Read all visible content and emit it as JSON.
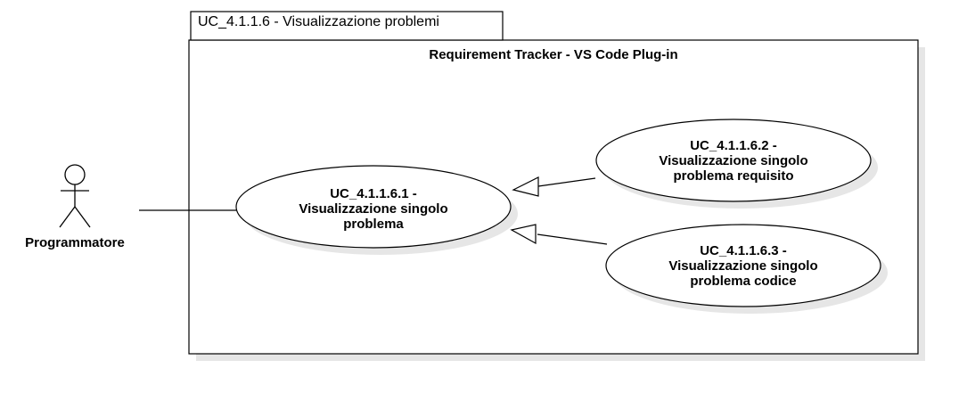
{
  "diagram": {
    "frame_title": "UC_4.1.1.6 - Visualizzazione problemi",
    "system_title": "Requirement Tracker - VS Code Plug-in",
    "actor": {
      "label": "Programmatore"
    },
    "use_cases": [
      {
        "id": "uc1",
        "line1": "UC_4.1.1.6.1 -",
        "line2": "Visualizzazione singolo",
        "line3": "problema"
      },
      {
        "id": "uc2",
        "line1": "UC_4.1.1.6.2 -",
        "line2": "Visualizzazione singolo",
        "line3": "problema requisito"
      },
      {
        "id": "uc3",
        "line1": "UC_4.1.1.6.3 -",
        "line2": "Visualizzazione singolo",
        "line3": "problema codice"
      }
    ],
    "relations": [
      {
        "type": "association",
        "from": "actor",
        "to": "uc1"
      },
      {
        "type": "generalization",
        "from": "uc2",
        "to": "uc1"
      },
      {
        "type": "generalization",
        "from": "uc3",
        "to": "uc1"
      }
    ],
    "colors": {
      "stroke": "#000000",
      "fill": "#ffffff",
      "shadow": "#e6e6e6"
    }
  }
}
